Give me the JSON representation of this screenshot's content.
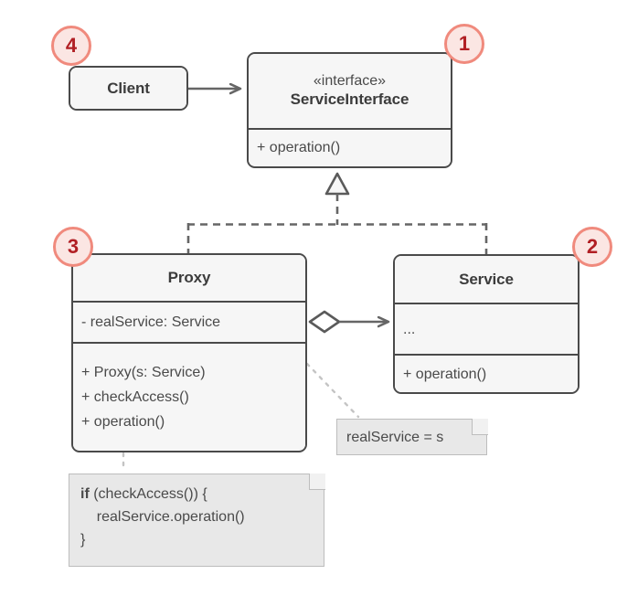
{
  "diagram": {
    "title": "Proxy design pattern UML class diagram",
    "colors": {
      "box_fill": "#f6f6f6",
      "box_stroke": "#4a4a4a",
      "note_fill": "#e8e8e8",
      "note_stroke": "#bdbdbd",
      "badge_fill": "#fbe6e3",
      "badge_stroke": "#f08a7d",
      "badge_text": "#b11f24",
      "connector": "#666666"
    }
  },
  "classes": {
    "client": {
      "name": "Client"
    },
    "service_interface": {
      "stereotype": "«interface»",
      "name": "ServiceInterface",
      "operations": [
        "+ operation()"
      ]
    },
    "proxy": {
      "name": "Proxy",
      "attributes": [
        "- realService: Service"
      ],
      "operations": [
        "+ Proxy(s: Service)",
        "+ checkAccess()",
        "+ operation()"
      ]
    },
    "service": {
      "name": "Service",
      "attributes": [
        "..."
      ],
      "operations": [
        "+ operation()"
      ]
    }
  },
  "notes": {
    "assignment": {
      "text": "realService = s"
    },
    "code": {
      "line1_bold": "if",
      "line1_rest": " (checkAccess()) {",
      "line2": "    realService.operation()",
      "line3": "}"
    }
  },
  "badges": [
    {
      "label": "1",
      "target": "ServiceInterface"
    },
    {
      "label": "2",
      "target": "Service"
    },
    {
      "label": "3",
      "target": "Proxy"
    },
    {
      "label": "4",
      "target": "Client"
    }
  ],
  "relations": {
    "client_to_interface": "association",
    "proxy_implements_interface": "realization",
    "service_implements_interface": "realization",
    "proxy_aggregates_service": "aggregation"
  }
}
